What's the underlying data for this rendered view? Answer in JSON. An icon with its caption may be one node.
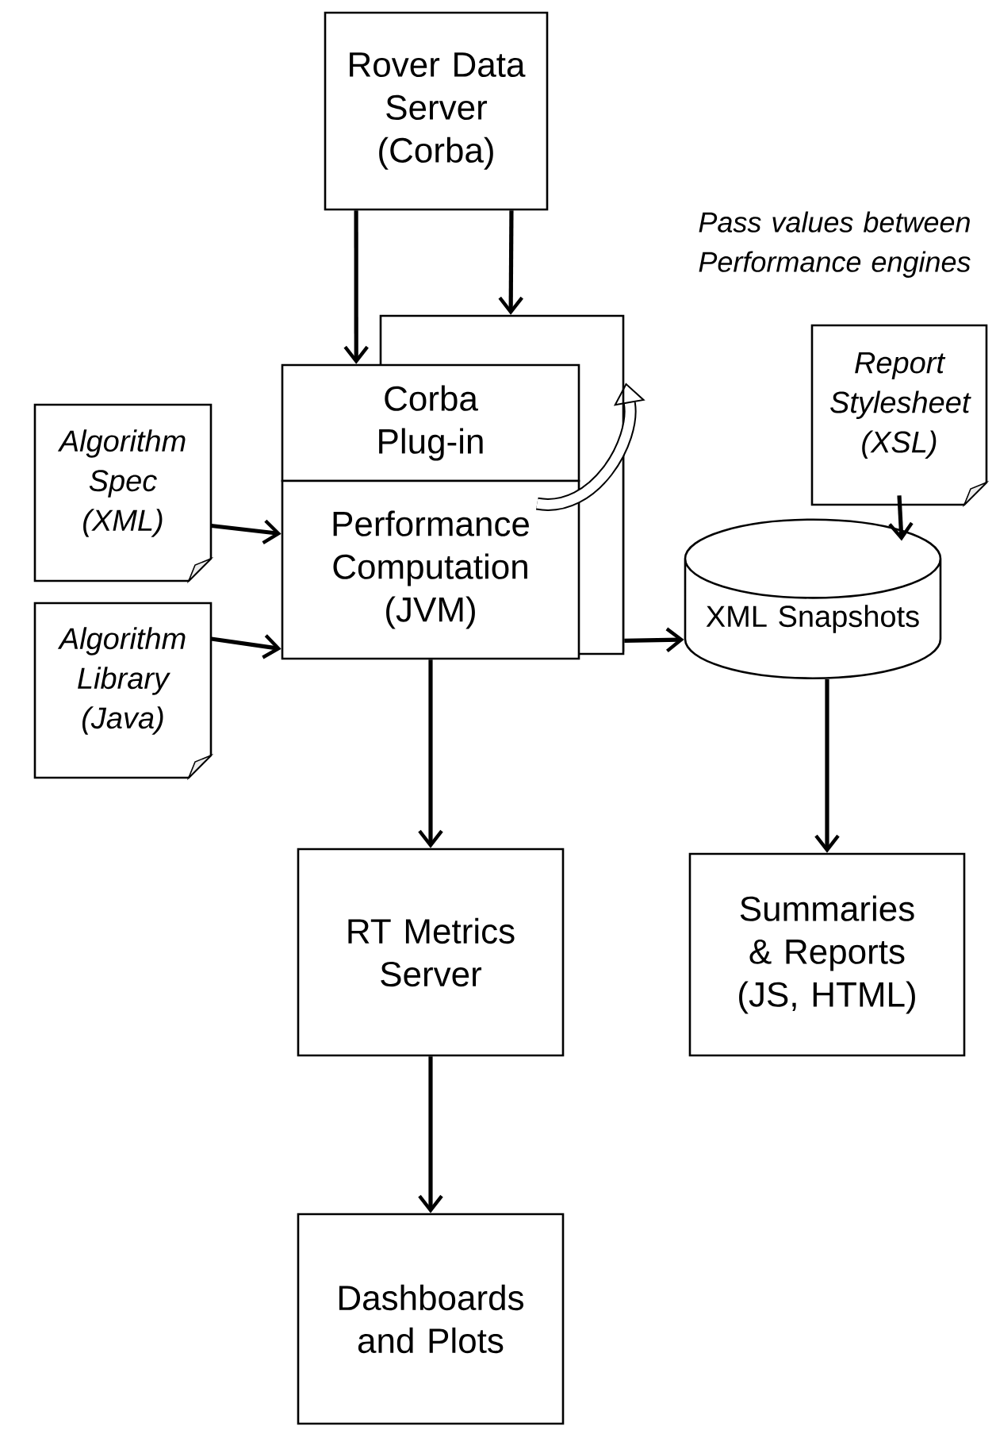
{
  "diagram": {
    "nodes": [
      {
        "text": [
          "Rover Data Server (Corba)"
        ]
      },
      {
        "text": [],
        "shape": "box"
      },
      {
        "text": [
          "Corba Plug-in"
        ]
      },
      {
        "text": [
          "Performance Computation (JVM)"
        ]
      },
      {
        "text": [
          "Algorithm Spec (XML)"
        ]
      },
      {
        "text": [
          "Algorithm Library (Java)"
        ]
      },
      {
        "text": [
          "Report Stylesheet (XSL)"
        ]
      },
      {
        "text": [
          "XML Snapshots"
        ]
      },
      {
        "text": [
          "Summaries & Reports (JS, HTML)"
        ]
      },
      {
        "text": [
          "RT Metrics Server"
        ]
      },
      {
        "text": [
          "Dashboards and Plots"
        ]
      }
    ],
    "edges": [
      {
        "from": 0,
        "to": 2,
        "arrow": "to"
      },
      {
        "from": 0,
        "to": 1,
        "arrow": "to"
      },
      {
        "from": 4,
        "to": 3,
        "arrow": "to"
      },
      {
        "from": 5,
        "to": 3,
        "arrow": "to"
      },
      {
        "from": 1,
        "to": 7,
        "arrow": "to"
      },
      {
        "from": 6,
        "to": 7,
        "arrow": "to"
      },
      {
        "from": 7,
        "to": 8,
        "arrow": "to"
      },
      {
        "from": 3,
        "to": 9,
        "arrow": "to"
      },
      {
        "from": 9,
        "to": 10,
        "arrow": "to"
      },
      {
        "from": 3,
        "to": 1,
        "arrow": "to",
        "style": "thick"
      }
    ],
    "labels": [
      "Pass values between Performance engines"
    ]
  }
}
